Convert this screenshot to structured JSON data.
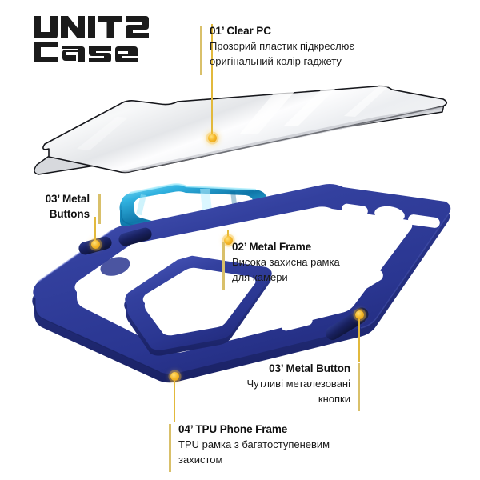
{
  "brand": {
    "logo_line1": "UNIT2",
    "logo_line2": "CASE",
    "logo_alt": "UNIT2 CASE"
  },
  "colors": {
    "accent_gold": "#e2b93c",
    "accent_bar": "#d9c06a",
    "tpu_blue": "#2f3b96",
    "tpu_blue_dark": "#1d2566",
    "tpu_blue_light": "#4756b5",
    "metal_cyan": "#29a8d8",
    "metal_cyan_dark": "#11719f",
    "metal_cyan_light": "#6fd4ef",
    "button_navy": "#18205e",
    "clear_pc": "#f2f3f5",
    "text": "#111111",
    "background": "#ffffff"
  },
  "callouts": [
    {
      "id": "clear-pc",
      "title": "01’ Clear PC",
      "desc_line1": "Прозорий пластик підкреслює",
      "desc_line2": "оригінальний колір гаджету"
    },
    {
      "id": "metal-buttons",
      "title_line1": "03’ Metal",
      "title_line2": "Buttons"
    },
    {
      "id": "metal-frame",
      "title": "02’ Metal Frame",
      "desc_line1": "Висока захисна рамка",
      "desc_line2": "для камери"
    },
    {
      "id": "metal-button",
      "title": "03’ Metal Button",
      "desc_line1": "Чутливі металезовані",
      "desc_line2": "кнопки"
    },
    {
      "id": "tpu-frame",
      "title": "04’ TPU Phone Frame",
      "desc_line1": "TPU рамка з багатоступеневим",
      "desc_line2": "захистом"
    }
  ],
  "parts": {
    "clear_pc_panel": "Clear PC back panel",
    "metal_camera_frame": "Metal camera frame ring",
    "tpu_frame": "TPU phone frame",
    "volume_button_1": "Metal volume button up",
    "volume_button_2": "Metal volume button down",
    "power_button": "Metal power button"
  }
}
